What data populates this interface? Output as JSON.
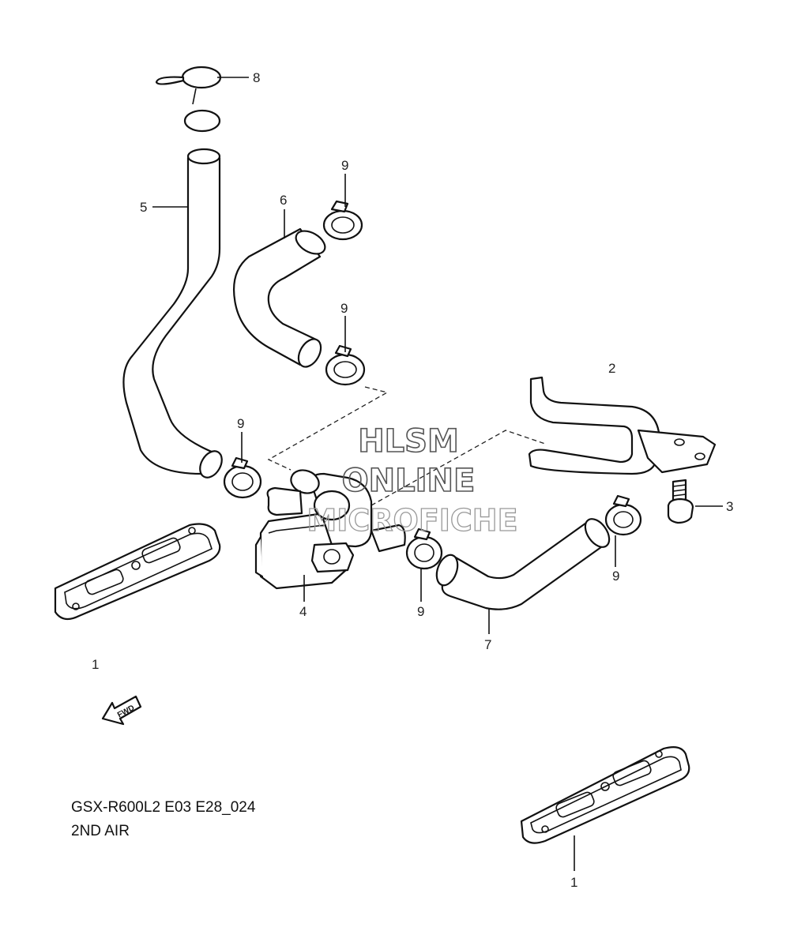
{
  "watermark": {
    "line1": "HLSM",
    "line2": "ONLINE",
    "line3": "MICROFICHE"
  },
  "fwd_label": "FWD",
  "caption": {
    "model_code": "GSX-R600L2 E03 E28_024",
    "title": "2ND AIR"
  },
  "callouts": [
    "8",
    "5",
    "6",
    "9",
    "9",
    "9",
    "2",
    "3",
    "4",
    "9",
    "9",
    "7",
    "1",
    "1"
  ]
}
